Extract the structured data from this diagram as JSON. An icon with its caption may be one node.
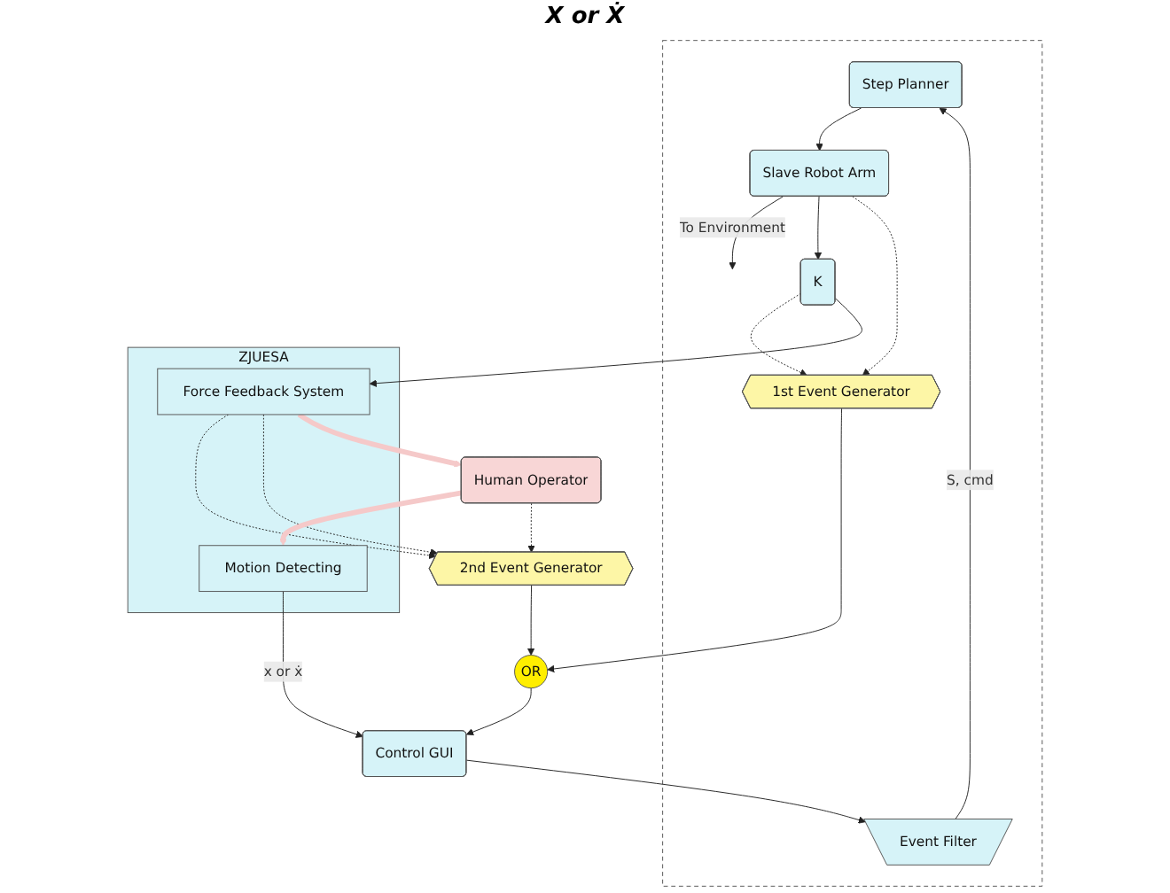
{
  "diagram": {
    "nodes": [
      {
        "text": [],
        "shape": "box"
      },
      {
        "text": [
          "Step Planner"
        ],
        "in": 0
      },
      {
        "text": [
          "Slave Robot Arm"
        ],
        "in": 0
      },
      {
        "text": [
          "Event Filter"
        ],
        "in": 0
      },
      {
        "text": [
          "K"
        ],
        "in": 0
      },
      {
        "text": [
          "1st Event Generator"
        ],
        "in": 0
      },
      {
        "text": [
          "Control GUI"
        ]
      },
      {
        "text": [
          "OR"
        ]
      },
      {
        "text": [
          "2nd Event Generator"
        ]
      },
      {
        "text": [
          "ZJUESA"
        ]
      },
      {
        "text": [
          "Motion Detecting"
        ],
        "in": 9
      },
      {
        "text": [
          "Human Operator"
        ]
      },
      {
        "text": [
          "Force Feedback System"
        ],
        "in": 9
      }
    ],
    "edges": [
      {
        "from": 3,
        "to": 1,
        "arrow": "to",
        "label": "S, cmd"
      },
      {
        "from": 1,
        "to": 2,
        "arrow": "to"
      },
      {
        "from": 2,
        "to": null,
        "arrow": "to",
        "label": "To Environment"
      },
      {
        "from": 2,
        "to": 4,
        "arrow": "to"
      },
      {
        "from": 2,
        "to": 5,
        "arrow": "to",
        "style": "dashed"
      },
      {
        "from": 4,
        "to": 5,
        "arrow": "to",
        "style": "dashed"
      },
      {
        "from": 4,
        "to": 12,
        "arrow": "to"
      },
      {
        "from": 5,
        "to": 7,
        "arrow": "to"
      },
      {
        "from": 8,
        "to": 7,
        "arrow": "to"
      },
      {
        "from": 7,
        "to": 6,
        "arrow": "to"
      },
      {
        "from": 6,
        "to": 3,
        "arrow": "to"
      },
      {
        "from": 10,
        "to": 6,
        "arrow": "to",
        "label": "x or ẋ"
      },
      {
        "from": 11,
        "to": 8,
        "arrow": "to",
        "style": "dashed"
      },
      {
        "from": 12,
        "to": 8,
        "arrow": "to",
        "style": "dashed"
      },
      {
        "from": 12,
        "to": 8,
        "arrow": "to",
        "style": "dashed"
      },
      {
        "from": 11,
        "to": 10,
        "arrow": "to",
        "style": "thick",
        "color": "#f5c9c9"
      },
      {
        "from": 12,
        "to": 11,
        "arrow": "to",
        "style": "thick",
        "color": "#f5c9c9"
      }
    ],
    "labels": [
      "X or Ẋ"
    ]
  }
}
